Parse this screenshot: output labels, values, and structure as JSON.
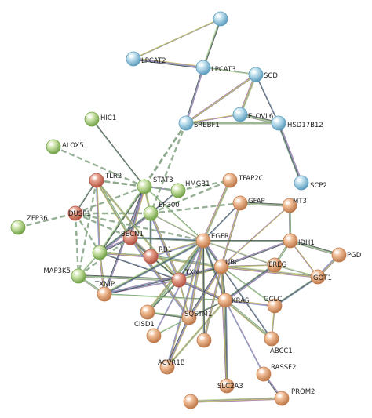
{
  "network": {
    "nodes": [
      {
        "id": "LPCAT2",
        "cluster": "blue"
      },
      {
        "id": "LPCAT3",
        "cluster": "blue"
      },
      {
        "id": "SCD",
        "cluster": "blue"
      },
      {
        "id": "TOP",
        "label": "",
        "cluster": "blue"
      },
      {
        "id": "ELOVL6",
        "cluster": "blue"
      },
      {
        "id": "HSD17B12",
        "cluster": "blue"
      },
      {
        "id": "SREBF1",
        "cluster": "blue"
      },
      {
        "id": "SCP2",
        "cluster": "blue"
      },
      {
        "id": "HIC1",
        "cluster": "green"
      },
      {
        "id": "ALOX5",
        "cluster": "green"
      },
      {
        "id": "STAT3",
        "cluster": "green"
      },
      {
        "id": "HMGB1",
        "cluster": "green"
      },
      {
        "id": "EP300",
        "cluster": "green"
      },
      {
        "id": "ZFP36",
        "cluster": "green"
      },
      {
        "id": "MAP3K5",
        "cluster": "green"
      },
      {
        "id": "IKBKG",
        "label": "",
        "cluster": "green"
      },
      {
        "id": "TLR2",
        "cluster": "red"
      },
      {
        "id": "DUSP1",
        "cluster": "red"
      },
      {
        "id": "BECN1",
        "cluster": "red"
      },
      {
        "id": "RB1",
        "cluster": "red"
      },
      {
        "id": "TXN",
        "cluster": "red"
      },
      {
        "id": "TFAP2C",
        "cluster": "orange"
      },
      {
        "id": "GFAP",
        "cluster": "orange"
      },
      {
        "id": "MT3",
        "cluster": "orange"
      },
      {
        "id": "EGFR",
        "cluster": "orange"
      },
      {
        "id": "IDH1",
        "cluster": "orange"
      },
      {
        "id": "PGD",
        "cluster": "orange"
      },
      {
        "id": "EREG",
        "cluster": "orange"
      },
      {
        "id": "UBC",
        "cluster": "orange"
      },
      {
        "id": "GOT1",
        "cluster": "orange"
      },
      {
        "id": "TXNIP",
        "cluster": "orange"
      },
      {
        "id": "KRAS",
        "cluster": "orange"
      },
      {
        "id": "GCLC",
        "cluster": "orange"
      },
      {
        "id": "SQSTM1",
        "cluster": "orange"
      },
      {
        "id": "CISD1",
        "cluster": "orange"
      },
      {
        "id": "ABCC1",
        "cluster": "orange"
      },
      {
        "id": "ACVR1B",
        "cluster": "orange"
      },
      {
        "id": "RASSF2",
        "cluster": "orange"
      },
      {
        "id": "SLC2A3",
        "cluster": "orange"
      },
      {
        "id": "PROM2",
        "cluster": "orange"
      },
      {
        "id": "O1",
        "label": "",
        "cluster": "orange"
      },
      {
        "id": "O2",
        "label": "",
        "cluster": "orange"
      },
      {
        "id": "O3",
        "label": "",
        "cluster": "orange"
      }
    ],
    "edges": [
      [
        "TOP",
        "LPCAT2",
        "solid"
      ],
      [
        "TOP",
        "LPCAT3",
        "solid"
      ],
      [
        "LPCAT2",
        "LPCAT3",
        "solid"
      ],
      [
        "LPCAT3",
        "SCD",
        "solid"
      ],
      [
        "LPCAT3",
        "SREBF1",
        "solid"
      ],
      [
        "SCD",
        "ELOVL6",
        "solid"
      ],
      [
        "SCD",
        "HSD17B12",
        "solid"
      ],
      [
        "SCD",
        "SREBF1",
        "solid"
      ],
      [
        "ELOVL6",
        "HSD17B12",
        "solid"
      ],
      [
        "SREBF1",
        "ELOVL6",
        "solid"
      ],
      [
        "SREBF1",
        "HSD17B12",
        "solid"
      ],
      [
        "HSD17B12",
        "SCP2",
        "solid"
      ],
      [
        "SREBF1",
        "STAT3",
        "dashed"
      ],
      [
        "SREBF1",
        "EP300",
        "dashed"
      ],
      [
        "SREBF1",
        "IKBKG",
        "dashed"
      ],
      [
        "HIC1",
        "STAT3",
        "solid"
      ],
      [
        "ALOX5",
        "STAT3",
        "dashed"
      ],
      [
        "ZFP36",
        "DUSP1",
        "dashed"
      ],
      [
        "STAT3",
        "HMGB1",
        "solid"
      ],
      [
        "STAT3",
        "EP300",
        "solid"
      ],
      [
        "STAT3",
        "TLR2",
        "dashed"
      ],
      [
        "STAT3",
        "DUSP1",
        "dashed"
      ],
      [
        "STAT3",
        "IKBKG",
        "solid"
      ],
      [
        "STAT3",
        "BECN1",
        "solid"
      ],
      [
        "STAT3",
        "EGFR",
        "solid"
      ],
      [
        "STAT3",
        "TXNIP",
        "solid"
      ],
      [
        "HMGB1",
        "TLR2",
        "dashed"
      ],
      [
        "HMGB1",
        "EP300",
        "solid"
      ],
      [
        "HMGB1",
        "TFAP2C",
        "dashed"
      ],
      [
        "EP300",
        "TFAP2C",
        "dashed"
      ],
      [
        "EP300",
        "GFAP",
        "dashed"
      ],
      [
        "EP300",
        "DUSP1",
        "dashed"
      ],
      [
        "EP300",
        "IKBKG",
        "solid"
      ],
      [
        "EP300",
        "EGFR",
        "solid"
      ],
      [
        "EP300",
        "RB1",
        "solid"
      ],
      [
        "EP300",
        "TXN",
        "solid"
      ],
      [
        "TLR2",
        "DUSP1",
        "solid"
      ],
      [
        "TLR2",
        "IKBKG",
        "solid"
      ],
      [
        "TLR2",
        "BECN1",
        "solid"
      ],
      [
        "TLR2",
        "MAP3K5",
        "dashed"
      ],
      [
        "TLR2",
        "TXN",
        "solid"
      ],
      [
        "DUSP1",
        "IKBKG",
        "dashed"
      ],
      [
        "DUSP1",
        "MAP3K5",
        "dashed"
      ],
      [
        "DUSP1",
        "EGFR",
        "dashed"
      ],
      [
        "DUSP1",
        "BECN1",
        "dashed"
      ],
      [
        "IKBKG",
        "MAP3K5",
        "solid"
      ],
      [
        "IKBKG",
        "BECN1",
        "solid"
      ],
      [
        "IKBKG",
        "RB1",
        "solid"
      ],
      [
        "IKBKG",
        "TXN",
        "solid"
      ],
      [
        "IKBKG",
        "TXNIP",
        "solid"
      ],
      [
        "MAP3K5",
        "TXN",
        "solid"
      ],
      [
        "MAP3K5",
        "BECN1",
        "dashed"
      ],
      [
        "MAP3K5",
        "TXNIP",
        "solid"
      ],
      [
        "BECN1",
        "RB1",
        "solid"
      ],
      [
        "BECN1",
        "TXN",
        "solid"
      ],
      [
        "BECN1",
        "EGFR",
        "solid"
      ],
      [
        "BECN1",
        "SQSTM1",
        "solid"
      ],
      [
        "RB1",
        "TXN",
        "solid"
      ],
      [
        "RB1",
        "EGFR",
        "solid"
      ],
      [
        "RB1",
        "UBC",
        "solid"
      ],
      [
        "TXN",
        "TXNIP",
        "solid"
      ],
      [
        "TXN",
        "UBC",
        "solid"
      ],
      [
        "TXN",
        "EGFR",
        "solid"
      ],
      [
        "TXN",
        "SQSTM1",
        "solid"
      ],
      [
        "TXN",
        "CISD1",
        "solid"
      ],
      [
        "TXN",
        "KRAS",
        "solid"
      ],
      [
        "TXNIP",
        "KRAS",
        "solid"
      ],
      [
        "TXNIP",
        "UBC",
        "solid"
      ],
      [
        "TFAP2C",
        "EGFR",
        "solid"
      ],
      [
        "GFAP",
        "EGFR",
        "solid"
      ],
      [
        "GFAP",
        "UBC",
        "solid"
      ],
      [
        "GFAP",
        "MT3",
        "solid"
      ],
      [
        "MT3",
        "UBC",
        "solid"
      ],
      [
        "MT3",
        "IDH1",
        "solid"
      ],
      [
        "EGFR",
        "UBC",
        "solid"
      ],
      [
        "EGFR",
        "EREG",
        "solid"
      ],
      [
        "EGFR",
        "KRAS",
        "solid"
      ],
      [
        "EGFR",
        "SQSTM1",
        "solid"
      ],
      [
        "EGFR",
        "IDH1",
        "solid"
      ],
      [
        "EGFR",
        "ACVR1B",
        "solid"
      ],
      [
        "EGFR",
        "CISD1",
        "solid"
      ],
      [
        "EGFR",
        "O1",
        "solid"
      ],
      [
        "EGFR",
        "O2",
        "solid"
      ],
      [
        "EGFR",
        "TXNIP",
        "solid"
      ],
      [
        "UBC",
        "EREG",
        "solid"
      ],
      [
        "UBC",
        "KRAS",
        "solid"
      ],
      [
        "UBC",
        "SQSTM1",
        "solid"
      ],
      [
        "UBC",
        "GCLC",
        "solid"
      ],
      [
        "UBC",
        "IDH1",
        "solid"
      ],
      [
        "UBC",
        "GOT1",
        "solid"
      ],
      [
        "UBC",
        "ABCC1",
        "solid"
      ],
      [
        "UBC",
        "O2",
        "solid"
      ],
      [
        "IDH1",
        "PGD",
        "solid"
      ],
      [
        "IDH1",
        "GOT1",
        "solid"
      ],
      [
        "IDH1",
        "EREG",
        "solid"
      ],
      [
        "EREG",
        "KRAS",
        "solid"
      ],
      [
        "EREG",
        "GOT1",
        "solid"
      ],
      [
        "GOT1",
        "GCLC",
        "solid"
      ],
      [
        "PGD",
        "GOT1",
        "solid"
      ],
      [
        "KRAS",
        "SQSTM1",
        "solid"
      ],
      [
        "KRAS",
        "GCLC",
        "solid"
      ],
      [
        "KRAS",
        "ABCC1",
        "solid"
      ],
      [
        "KRAS",
        "RASSF2",
        "solid"
      ],
      [
        "KRAS",
        "ACVR1B",
        "solid"
      ],
      [
        "KRAS",
        "SLC2A3",
        "solid"
      ],
      [
        "GCLC",
        "ABCC1",
        "solid"
      ],
      [
        "SQSTM1",
        "CISD1",
        "solid"
      ],
      [
        "SQSTM1",
        "ACVR1B",
        "solid"
      ],
      [
        "SQSTM1",
        "O1",
        "solid"
      ],
      [
        "RASSF2",
        "PROM2",
        "solid"
      ],
      [
        "O3",
        "PROM2",
        "solid"
      ],
      [
        "O2",
        "EGFR",
        "solid"
      ],
      [
        "UBC",
        "SLC2A3",
        "solid"
      ]
    ],
    "colors": {
      "blue": [
        "#bfe0ee",
        "#5f9fbf"
      ],
      "green": [
        "#cfe5ad",
        "#75a44a"
      ],
      "red": [
        "#e6a08c",
        "#b55444"
      ],
      "orange": [
        "#f0bd97",
        "#c07b4c"
      ],
      "edge_palette": [
        "#7f7f7f",
        "#3b3b3b",
        "#b5b54e",
        "#5d8e6e",
        "#9a6a9e",
        "#b0d08a",
        "#6e8fb8"
      ],
      "dashed_edge": "#8aa88a"
    }
  }
}
